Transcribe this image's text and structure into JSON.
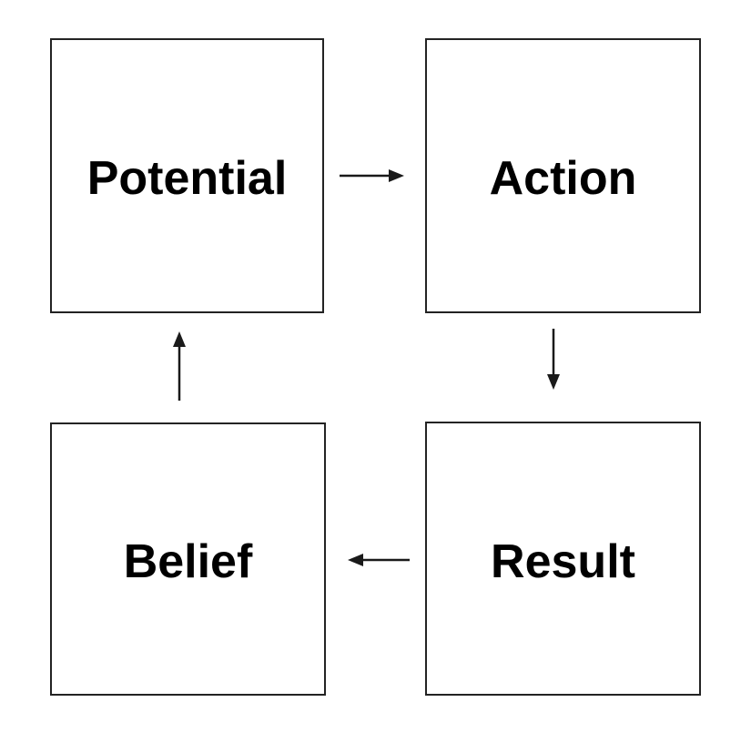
{
  "diagram": {
    "name": "Potential Action Result Belief cycle",
    "nodes": [
      {
        "id": "potential",
        "label": "Potential"
      },
      {
        "id": "action",
        "label": "Action"
      },
      {
        "id": "result",
        "label": "Result"
      },
      {
        "id": "belief",
        "label": "Belief"
      }
    ],
    "edges": [
      {
        "from": "potential",
        "to": "action",
        "direction": "right"
      },
      {
        "from": "action",
        "to": "result",
        "direction": "down"
      },
      {
        "from": "result",
        "to": "belief",
        "direction": "left"
      },
      {
        "from": "belief",
        "to": "potential",
        "direction": "up"
      }
    ],
    "colors": {
      "background": "#ffffff",
      "node_fill": "#ffffff",
      "node_border": "#232323",
      "text": "#000000",
      "arrow": "#1a1a1a"
    }
  }
}
